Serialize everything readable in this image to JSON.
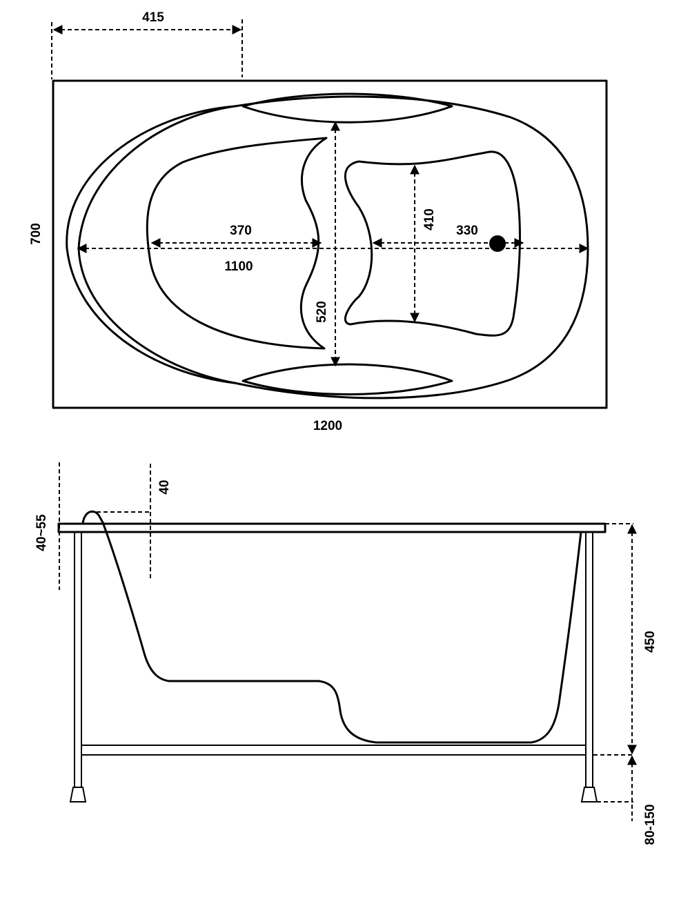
{
  "top_view": {
    "dimensions": {
      "flange_offset": "415",
      "width": "700",
      "seat_length": "370",
      "inner_length": "1100",
      "foot_length": "330",
      "foot_width": "410",
      "middle_width": "520",
      "total_length": "1200"
    }
  },
  "side_view": {
    "dimensions": {
      "rim_offset": "40",
      "rim_height": "40~55",
      "depth": "450",
      "leg_height": "80-150"
    }
  },
  "colors": {
    "line": "#000000",
    "background": "#ffffff"
  }
}
